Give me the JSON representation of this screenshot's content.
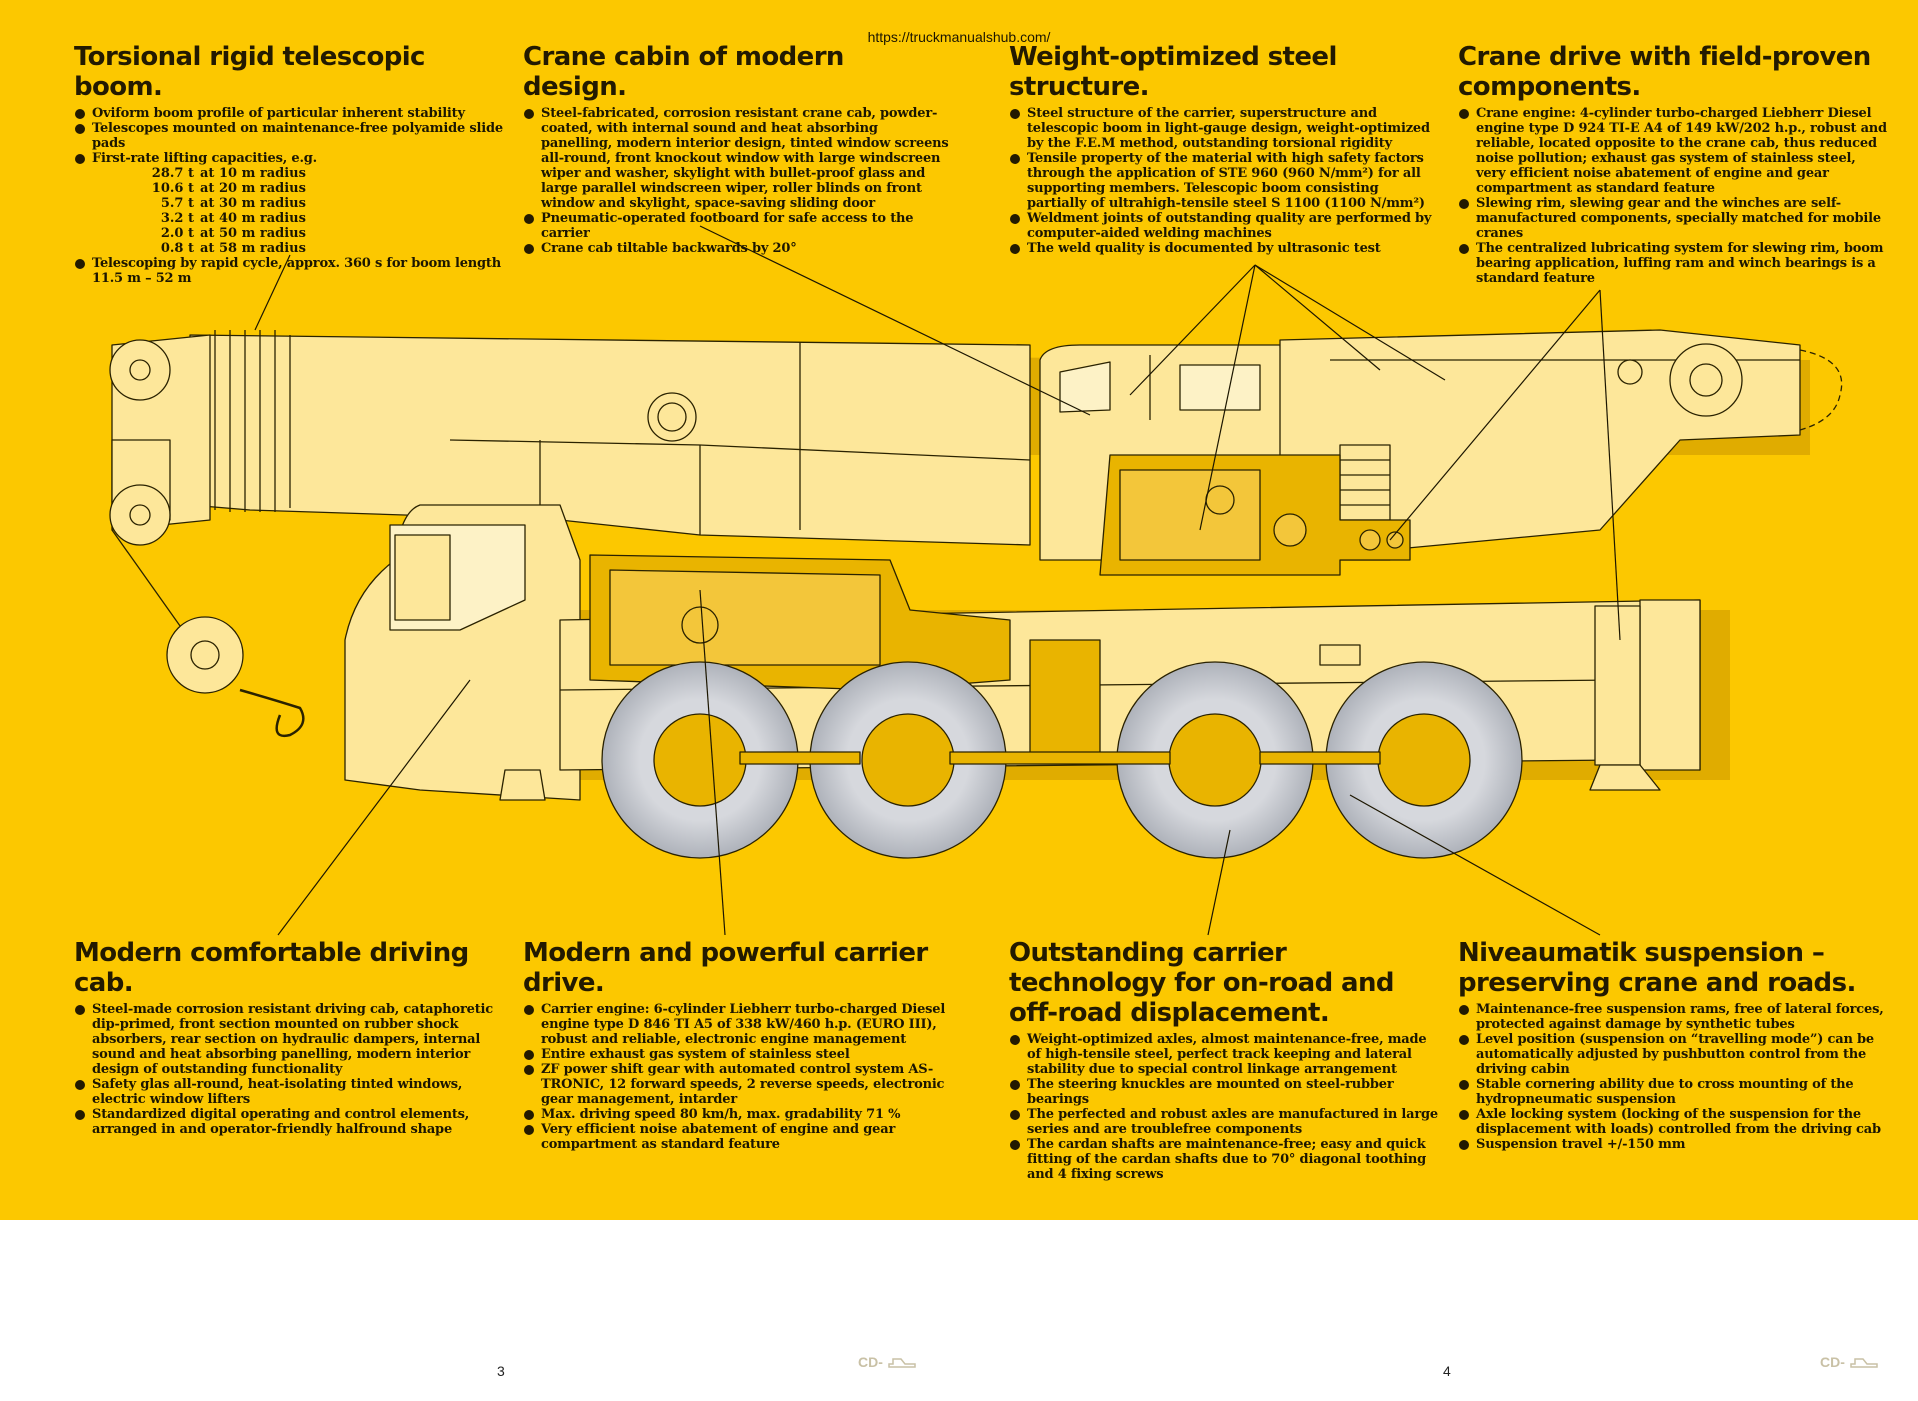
{
  "url": "https://truckmanualshub.com/",
  "sections": {
    "boom": {
      "title": "Torsional rigid telescopic boom.",
      "b1": "Oviform boom profile of particular inherent stability",
      "b2": "Telescopes mounted on maintenance-free polyamide slide pads",
      "b3": "First-rate lifting capacities, e.g.",
      "capacities": [
        {
          "t": "28.7 t",
          "r": "at 10 m radius"
        },
        {
          "t": "10.6 t",
          "r": "at 20 m radius"
        },
        {
          "t": "5.7 t",
          "r": "at 30 m radius"
        },
        {
          "t": "3.2 t",
          "r": "at 40 m radius"
        },
        {
          "t": "2.0 t",
          "r": "at 50 m radius"
        },
        {
          "t": "0.8 t",
          "r": "at 58 m radius"
        }
      ],
      "b4": "Telescoping by rapid cycle, approx. 360 s for boom length 11.5 m – 52 m"
    },
    "cabin": {
      "title": "Crane cabin of modern design.",
      "b1": "Steel-fabricated, corrosion resistant crane cab, powder-coated, with internal sound and heat absorbing panelling, modern interior design, tinted window screens all-round, front knockout window with large windscreen wiper and washer, skylight with bullet-proof glass and large parallel windscreen wiper, roller blinds on front window and skylight, space-saving sliding door",
      "b2": "Pneumatic-operated footboard for safe access to the carrier",
      "b3": "Crane cab tiltable backwards by 20°"
    },
    "steel": {
      "title": "Weight-optimized steel structure.",
      "b1": "Steel structure of the carrier, superstructure and telescopic boom in light-gauge design, weight-optimized by the F.E.M method, outstanding torsional rigidity",
      "b2": "Tensile property of the material with high safety factors through the application of STE 960 (960 N/mm²) for all supporting members. Telescopic boom consisting partially of ultrahigh-tensile steel S 1100 (1100 N/mm²)",
      "b3": "Weldment joints of outstanding quality are performed by computer-aided welding machines",
      "b4": "The weld quality is documented by ultrasonic test"
    },
    "drive": {
      "title": "Crane drive with field-proven components.",
      "b1": "Crane engine: 4-cylinder turbo-charged Liebherr Diesel engine type D 924 TI-E A4 of 149 kW/202 h.p., robust and reliable, located opposite to the crane cab, thus reduced noise pollution; exhaust gas system of stainless steel, very efficient noise abatement of engine and gear compartment as standard feature",
      "b2": "Slewing rim, slewing gear and the winches are self-manufactured components, specially matched for mobile cranes",
      "b3": "The centralized lubricating system for slewing rim, boom bearing application, luffing ram and winch bearings is a standard feature"
    },
    "driving_cab": {
      "title": "Modern comfortable driving cab.",
      "b1": "Steel-made corrosion resistant driving cab, cataphoretic dip-primed, front section mounted on rubber shock absorbers, rear section on hydraulic dampers, internal sound and heat absorbing panelling, modern interior design of outstanding functionality",
      "b2": "Safety glas all-round, heat-isolating tinted windows, electric window lifters",
      "b3": "Standardized digital operating and control elements, arranged in and operator-friendly halfround shape"
    },
    "carrier_drive": {
      "title": "Modern and powerful carrier drive.",
      "b1": "Carrier engine: 6-cylinder Liebherr turbo-charged Diesel engine type D 846 TI A5 of 338 kW/460 h.p. (EURO III), robust and reliable, electronic engine management",
      "b2": "Entire exhaust gas system of stainless steel",
      "b3": "ZF power shift gear with automated control system AS-TRONIC, 12 forward speeds, 2 reverse speeds, electronic gear management, intarder",
      "b4": "Max. driving speed 80 km/h, max. gradability 71 %",
      "b5": "Very efficient noise abatement of engine and gear compartment as standard feature"
    },
    "carrier_tech": {
      "title": "Outstanding carrier technology for on-road and off-road displacement.",
      "b1": "Weight-optimized axles, almost maintenance-free, made of high-tensile steel, perfect track keeping and lateral stability due to special control linkage arrangement",
      "b2": "The steering knuckles are mounted on steel-rubber bearings",
      "b3": "The perfected and robust axles are manufactured in large series and are troublefree components",
      "b4": "The cardan shafts are maintenance-free; easy and quick fitting of the cardan shafts due to 70° diagonal toothing and 4 fixing screws"
    },
    "suspension": {
      "title": "Niveaumatik suspension – preserving crane and roads.",
      "b1": "Maintenance-free suspension rams, free of lateral forces, protected against damage by synthetic tubes",
      "b2": "Level position (suspension on “travelling mode”) can be automatically adjusted by pushbutton control from the driving cabin",
      "b3": "Stable cornering ability due to cross mounting of the hydropneumatic suspension",
      "b4": "Axle locking system (locking of the suspension for the displacement with loads) controlled from the driving cab",
      "b5": "Suspension travel +/-150 mm"
    }
  },
  "footer": {
    "page_left": "3",
    "page_right": "4",
    "logo_text": "CD-"
  },
  "colors": {
    "background": "#fcc800",
    "crane_body": "#fde79a",
    "engine": "#e9b400",
    "wheel": "#cdd0d6",
    "ink": "#231a00"
  }
}
